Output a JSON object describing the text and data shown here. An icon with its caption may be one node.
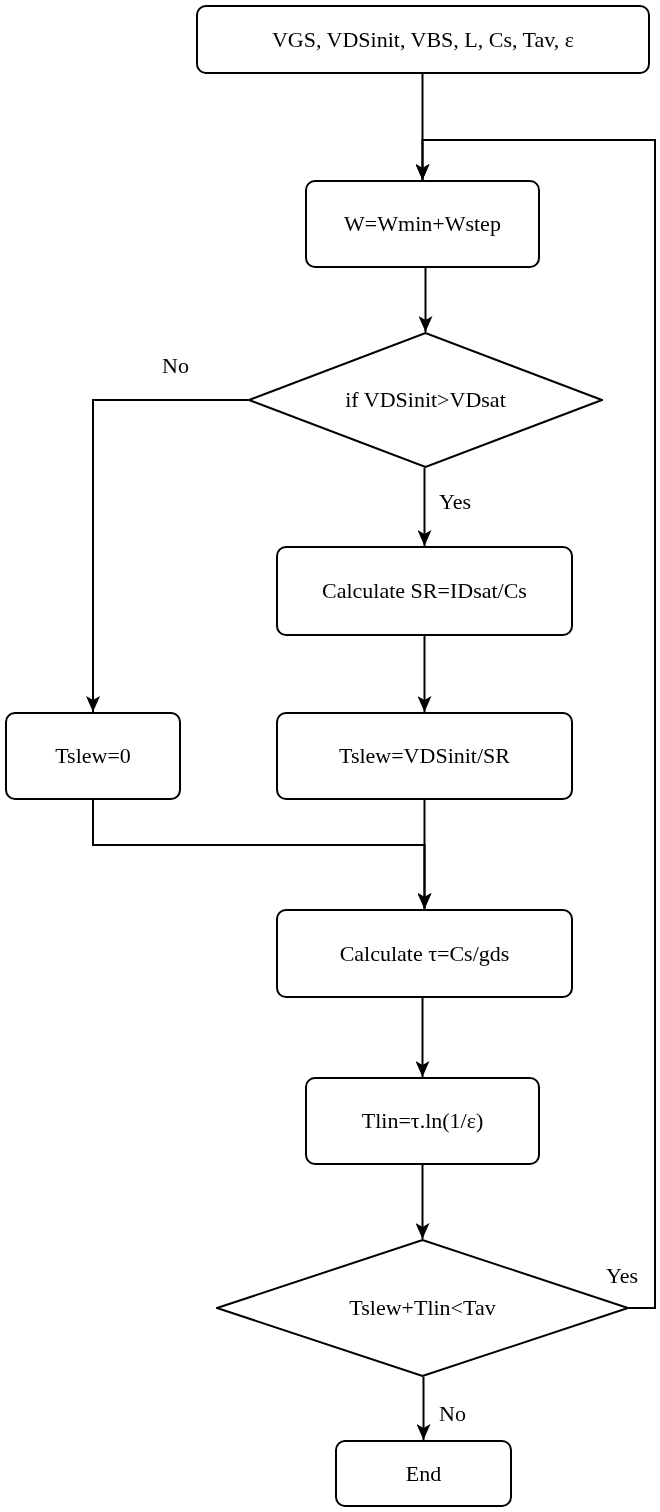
{
  "diagram": {
    "nodes": [
      {
        "text": [
          "VGS, VDSinit, VBS, L, Cs, Tav, ε"
        ]
      },
      {
        "text": [
          "W=Wmin+Wstep"
        ]
      },
      {
        "text": [
          "if VDSinit>VDsat"
        ]
      },
      {
        "text": [
          "Calculate SR=IDsat/Cs"
        ]
      },
      {
        "text": [
          "Tslew=0"
        ]
      },
      {
        "text": [
          "Tslew=VDSinit/SR"
        ]
      },
      {
        "text": [
          "Calculate τ=Cs/gds"
        ]
      },
      {
        "text": [
          "Tlin=τ.ln(1/ε)"
        ]
      },
      {
        "text": [
          "Tslew+Tlin<Tav"
        ]
      },
      {
        "text": [
          "End"
        ]
      }
    ],
    "edges": [
      {
        "from": 0,
        "to": 1,
        "arrow": "to"
      },
      {
        "from": 1,
        "to": 2,
        "arrow": "to"
      },
      {
        "from": 2,
        "to": 4,
        "arrow": "to",
        "label": "No"
      },
      {
        "from": 2,
        "to": 3,
        "arrow": "to",
        "label": "Yes"
      },
      {
        "from": 3,
        "to": 5,
        "arrow": "to"
      },
      {
        "from": 4,
        "to": 6,
        "arrow": "to"
      },
      {
        "from": 5,
        "to": 6,
        "arrow": "to"
      },
      {
        "from": 6,
        "to": 7,
        "arrow": "to"
      },
      {
        "from": 7,
        "to": 8,
        "arrow": "to"
      },
      {
        "from": 8,
        "to": 1,
        "arrow": "to",
        "label": "Yes"
      },
      {
        "from": 8,
        "to": 9,
        "arrow": "to",
        "label": "No"
      }
    ]
  }
}
